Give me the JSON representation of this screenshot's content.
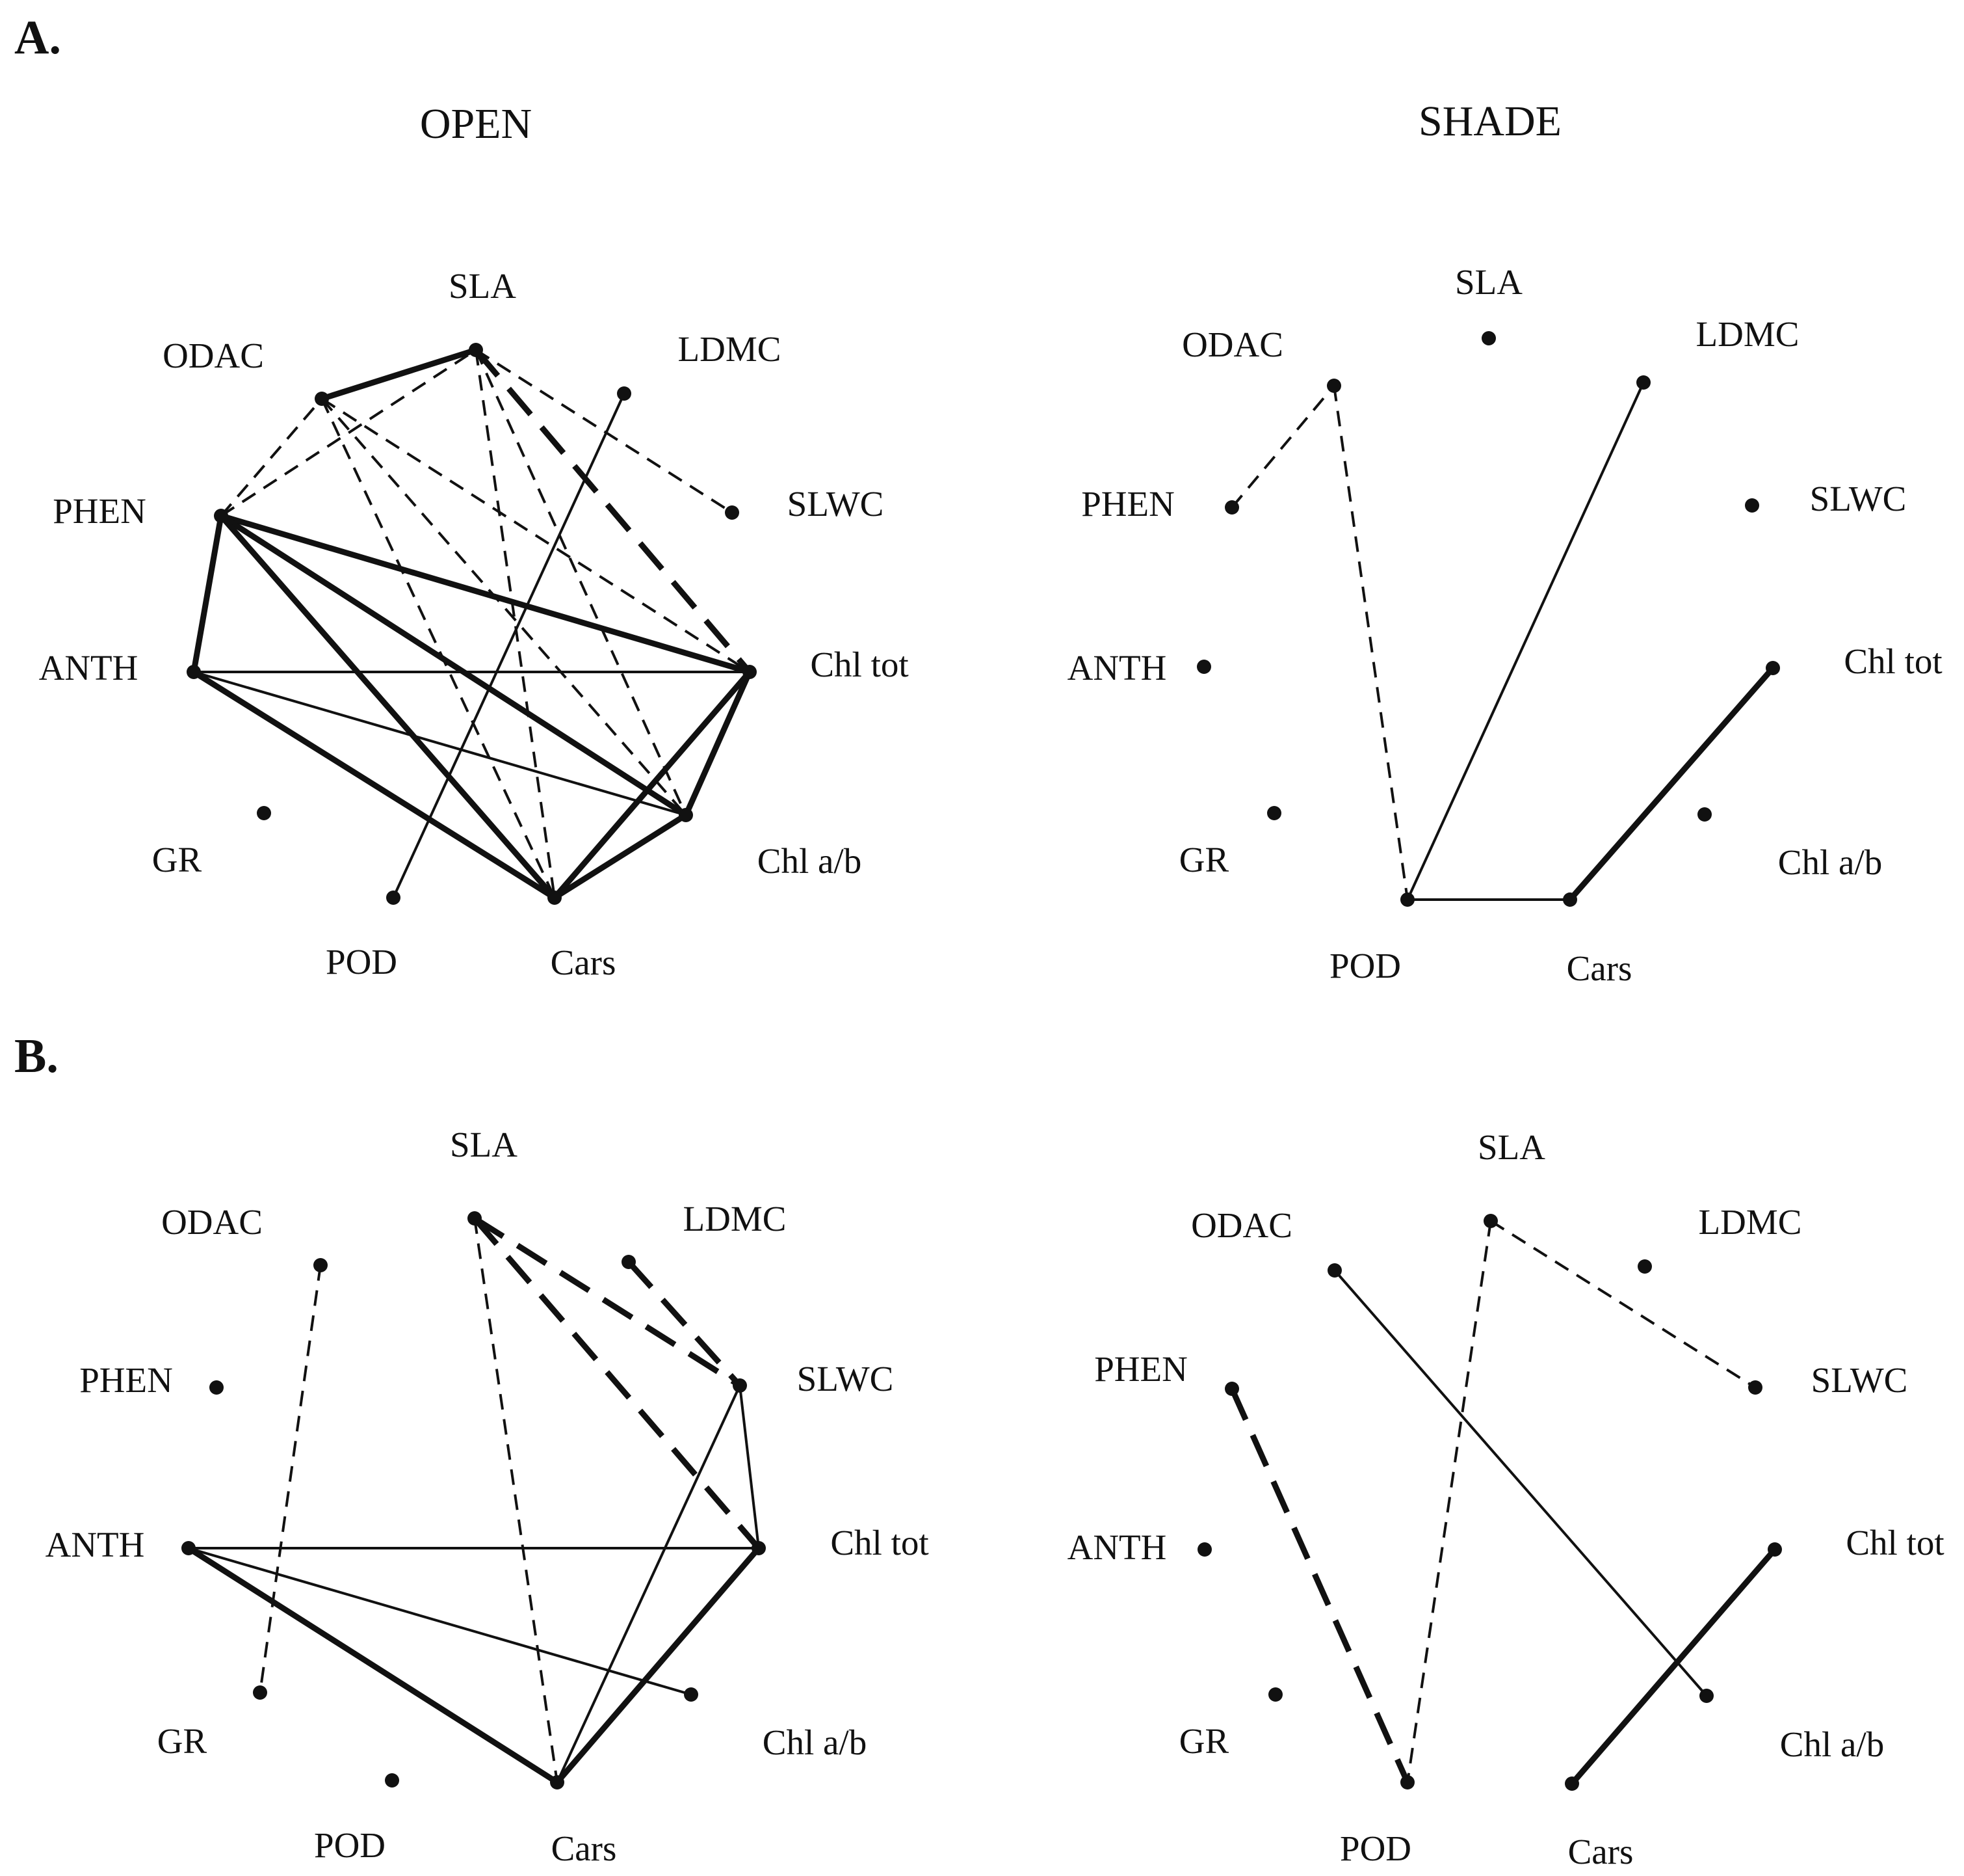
{
  "sections": [
    {
      "label": "A.",
      "panels": [
        {
          "title": "OPEN",
          "nodes": [
            {
              "id": "SLA",
              "label": "SLA"
            },
            {
              "id": "ODAC",
              "label": "ODAC"
            },
            {
              "id": "LDMC",
              "label": "LDMC"
            },
            {
              "id": "PHEN",
              "label": "PHEN"
            },
            {
              "id": "SLWC",
              "label": "SLWC"
            },
            {
              "id": "ANTH",
              "label": "ANTH"
            },
            {
              "id": "CHLTOT",
              "label": "Chl tot"
            },
            {
              "id": "GR",
              "label": "GR"
            },
            {
              "id": "CHLAB",
              "label": "Chl a/b"
            },
            {
              "id": "POD",
              "label": "POD"
            },
            {
              "id": "CARS",
              "label": "Cars"
            }
          ],
          "edges": [
            {
              "from": "ODAC",
              "to": "SLA",
              "weight": "strong",
              "sign": "positive"
            },
            {
              "from": "PHEN",
              "to": "ODAC",
              "weight": "weak",
              "sign": "negative"
            },
            {
              "from": "PHEN",
              "to": "SLA",
              "weight": "weak",
              "sign": "negative"
            },
            {
              "from": "SLA",
              "to": "SLWC",
              "weight": "weak",
              "sign": "negative"
            },
            {
              "from": "SLA",
              "to": "CHLTOT",
              "weight": "strong",
              "sign": "negative"
            },
            {
              "from": "SLA",
              "to": "CARS",
              "weight": "weak",
              "sign": "negative"
            },
            {
              "from": "SLA",
              "to": "CHLAB",
              "weight": "weak",
              "sign": "negative"
            },
            {
              "from": "ODAC",
              "to": "CHLTOT",
              "weight": "weak",
              "sign": "negative"
            },
            {
              "from": "ODAC",
              "to": "CARS",
              "weight": "weak",
              "sign": "negative"
            },
            {
              "from": "ODAC",
              "to": "CHLAB",
              "weight": "weak",
              "sign": "negative"
            },
            {
              "from": "LDMC",
              "to": "POD",
              "weight": "weak",
              "sign": "positive"
            },
            {
              "from": "PHEN",
              "to": "ANTH",
              "weight": "strong",
              "sign": "positive"
            },
            {
              "from": "PHEN",
              "to": "CHLTOT",
              "weight": "strong",
              "sign": "positive"
            },
            {
              "from": "PHEN",
              "to": "CHLAB",
              "weight": "strong",
              "sign": "positive"
            },
            {
              "from": "PHEN",
              "to": "CARS",
              "weight": "strong",
              "sign": "positive"
            },
            {
              "from": "ANTH",
              "to": "CHLTOT",
              "weight": "weak",
              "sign": "positive"
            },
            {
              "from": "ANTH",
              "to": "CHLAB",
              "weight": "weak",
              "sign": "positive"
            },
            {
              "from": "ANTH",
              "to": "CARS",
              "weight": "strong",
              "sign": "positive"
            },
            {
              "from": "CHLTOT",
              "to": "CHLAB",
              "weight": "strong",
              "sign": "positive"
            },
            {
              "from": "CHLTOT",
              "to": "CARS",
              "weight": "strong",
              "sign": "positive"
            },
            {
              "from": "CHLAB",
              "to": "CARS",
              "weight": "strong",
              "sign": "positive"
            }
          ]
        },
        {
          "title": "SHADE",
          "nodes": [
            {
              "id": "SLA",
              "label": "SLA"
            },
            {
              "id": "ODAC",
              "label": "ODAC"
            },
            {
              "id": "LDMC",
              "label": "LDMC"
            },
            {
              "id": "PHEN",
              "label": "PHEN"
            },
            {
              "id": "SLWC",
              "label": "SLWC"
            },
            {
              "id": "ANTH",
              "label": "ANTH"
            },
            {
              "id": "CHLTOT",
              "label": "Chl tot"
            },
            {
              "id": "GR",
              "label": "GR"
            },
            {
              "id": "CHLAB",
              "label": "Chl a/b"
            },
            {
              "id": "POD",
              "label": "POD"
            },
            {
              "id": "CARS",
              "label": "Cars"
            }
          ],
          "edges": [
            {
              "from": "PHEN",
              "to": "ODAC",
              "weight": "weak",
              "sign": "negative"
            },
            {
              "from": "ODAC",
              "to": "POD",
              "weight": "weak",
              "sign": "negative"
            },
            {
              "from": "LDMC",
              "to": "POD",
              "weight": "weak",
              "sign": "positive"
            },
            {
              "from": "POD",
              "to": "CARS",
              "weight": "weak",
              "sign": "positive"
            },
            {
              "from": "CARS",
              "to": "CHLTOT",
              "weight": "strong",
              "sign": "positive"
            }
          ]
        }
      ]
    },
    {
      "label": "B.",
      "panels": [
        {
          "title": "",
          "nodes": [
            {
              "id": "SLA",
              "label": "SLA"
            },
            {
              "id": "ODAC",
              "label": "ODAC"
            },
            {
              "id": "LDMC",
              "label": "LDMC"
            },
            {
              "id": "PHEN",
              "label": "PHEN"
            },
            {
              "id": "SLWC",
              "label": "SLWC"
            },
            {
              "id": "ANTH",
              "label": "ANTH"
            },
            {
              "id": "CHLTOT",
              "label": "Chl tot"
            },
            {
              "id": "GR",
              "label": "GR"
            },
            {
              "id": "CHLAB",
              "label": "Chl a/b"
            },
            {
              "id": "POD",
              "label": "POD"
            },
            {
              "id": "CARS",
              "label": "Cars"
            }
          ],
          "edges": [
            {
              "from": "ODAC",
              "to": "GR",
              "weight": "weak",
              "sign": "negative"
            },
            {
              "from": "SLA",
              "to": "SLWC",
              "weight": "strong",
              "sign": "negative"
            },
            {
              "from": "SLA",
              "to": "CHLTOT",
              "weight": "strong",
              "sign": "negative"
            },
            {
              "from": "SLA",
              "to": "CARS",
              "weight": "weak",
              "sign": "negative"
            },
            {
              "from": "LDMC",
              "to": "SLWC",
              "weight": "strong",
              "sign": "negative"
            },
            {
              "from": "SLWC",
              "to": "CHLTOT",
              "weight": "weak",
              "sign": "positive"
            },
            {
              "from": "SLWC",
              "to": "CARS",
              "weight": "weak",
              "sign": "positive"
            },
            {
              "from": "ANTH",
              "to": "CHLTOT",
              "weight": "weak",
              "sign": "positive"
            },
            {
              "from": "ANTH",
              "to": "CHLAB",
              "weight": "weak",
              "sign": "positive"
            },
            {
              "from": "ANTH",
              "to": "CARS",
              "weight": "strong",
              "sign": "positive"
            },
            {
              "from": "CHLTOT",
              "to": "CARS",
              "weight": "strong",
              "sign": "positive"
            }
          ]
        },
        {
          "title": "",
          "nodes": [
            {
              "id": "SLA",
              "label": "SLA"
            },
            {
              "id": "ODAC",
              "label": "ODAC"
            },
            {
              "id": "LDMC",
              "label": "LDMC"
            },
            {
              "id": "PHEN",
              "label": "PHEN"
            },
            {
              "id": "SLWC",
              "label": "SLWC"
            },
            {
              "id": "ANTH",
              "label": "ANTH"
            },
            {
              "id": "CHLTOT",
              "label": "Chl tot"
            },
            {
              "id": "GR",
              "label": "GR"
            },
            {
              "id": "CHLAB",
              "label": "Chl a/b"
            },
            {
              "id": "POD",
              "label": "POD"
            },
            {
              "id": "CARS",
              "label": "Cars"
            }
          ],
          "edges": [
            {
              "from": "SLA",
              "to": "SLWC",
              "weight": "weak",
              "sign": "negative"
            },
            {
              "from": "SLA",
              "to": "POD",
              "weight": "weak",
              "sign": "negative"
            },
            {
              "from": "ODAC",
              "to": "CHLAB",
              "weight": "weak",
              "sign": "positive"
            },
            {
              "from": "PHEN",
              "to": "POD",
              "weight": "strong",
              "sign": "negative"
            },
            {
              "from": "CARS",
              "to": "CHLTOT",
              "weight": "strong",
              "sign": "positive"
            }
          ]
        }
      ]
    }
  ],
  "colors": {
    "ink": "#111111",
    "background": "#ffffff"
  }
}
